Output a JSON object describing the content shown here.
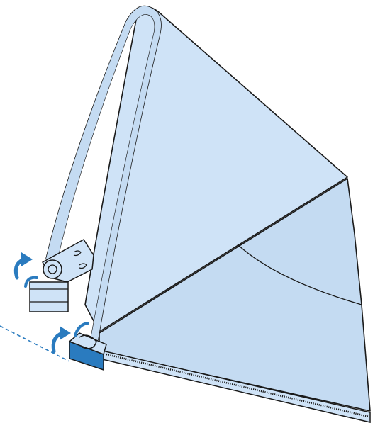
{
  "illustration": {
    "subject": "canopy-hood-attachment",
    "colors": {
      "fabric": "#cfe3f7",
      "fabric_shadow": "#c4dbf2",
      "outline": "#1a1a1a",
      "accent": "#2a7bbf",
      "clip_fill": "#cfe3f7",
      "clip_dark": "#5a8fbf"
    },
    "arrows": [
      {
        "name": "upper-attach-arrow",
        "icon": "curved-arrow-icon"
      },
      {
        "name": "lower-attach-arrow",
        "icon": "curved-arrow-icon"
      }
    ],
    "guide_line": {
      "style": "dashed",
      "color": "#2a7bbf"
    }
  }
}
